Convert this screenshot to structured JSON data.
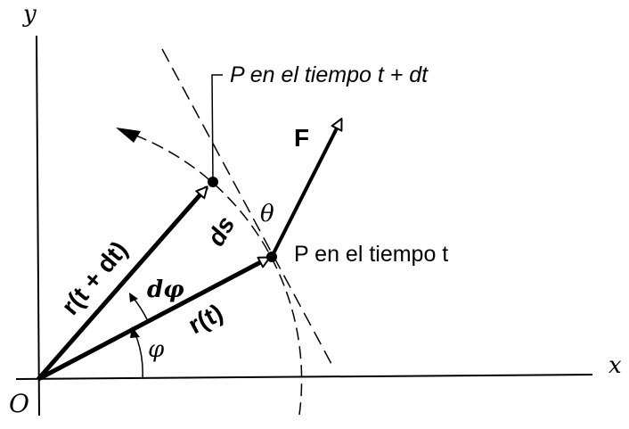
{
  "diagram": {
    "axis_x_label": "x",
    "axis_y_label": "y",
    "origin_label": "O",
    "point_later_label": "P en el tiempo t + dt",
    "point_now_label": "P en el tiempo t",
    "force_label": "F",
    "angle_theta_label": "θ",
    "arc_length_label": "ds",
    "vector_later_label": "r(t + dt)",
    "vector_now_label": "r(t)",
    "angle_dphi_label": "dφ",
    "angle_phi_label": "φ",
    "ink_color": "#000000"
  }
}
